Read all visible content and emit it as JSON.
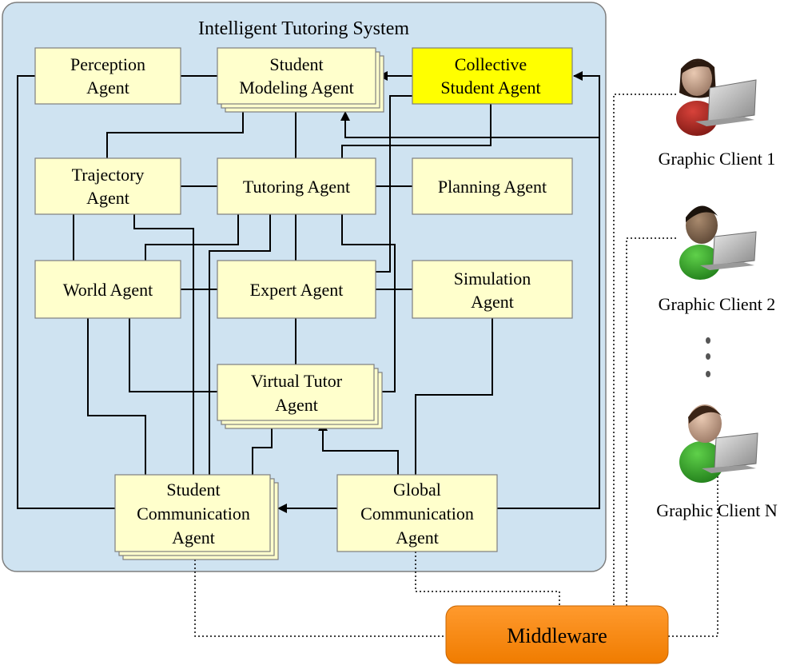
{
  "system": {
    "title": "Intelligent Tutoring System"
  },
  "agents": {
    "perception": [
      "Perception",
      "Agent"
    ],
    "student_modeling": [
      "Student",
      "Modeling Agent"
    ],
    "collective_student": [
      "Collective",
      "Student Agent"
    ],
    "trajectory": [
      "Trajectory",
      "Agent"
    ],
    "tutoring": [
      "Tutoring Agent"
    ],
    "planning": [
      "Planning Agent"
    ],
    "world": [
      "World Agent"
    ],
    "expert": [
      "Expert Agent"
    ],
    "simulation": [
      "Simulation",
      "Agent"
    ],
    "virtual_tutor": [
      "Virtual Tutor",
      "Agent"
    ],
    "student_communication": [
      "Student",
      "Communication",
      "Agent"
    ],
    "global_communication": [
      "Global",
      "Communication",
      "Agent"
    ]
  },
  "middleware": {
    "label": "Middleware"
  },
  "clients": [
    {
      "label": "Graphic Client 1"
    },
    {
      "label": "Graphic Client 2"
    },
    {
      "label": "Graphic Client N"
    }
  ],
  "colors": {
    "system_bg": "#cfe3f1",
    "agent_box": "#ffffcc",
    "highlight_box": "#ffff00",
    "middleware": "#ff8c1a"
  }
}
